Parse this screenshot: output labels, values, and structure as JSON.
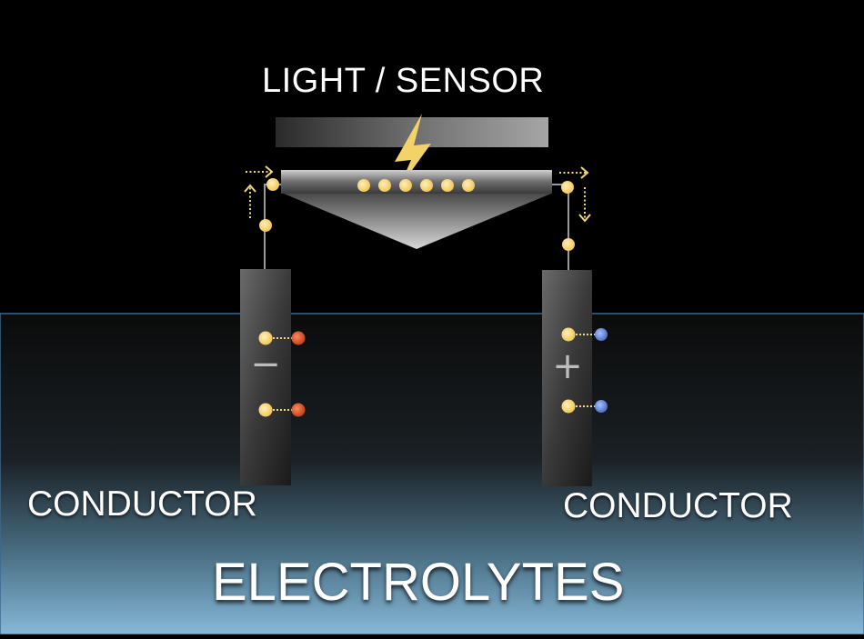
{
  "diagram": {
    "light_sensor_label": "LIGHT / SENSOR",
    "conductor_left_label": "CONDUCTOR",
    "conductor_right_label": "CONDUCTOR",
    "electrolytes_label": "ELECTROLYTES",
    "negative_sign": "−",
    "positive_sign": "+"
  },
  "colors": {
    "background": "#000000",
    "electrolyte_top": "#0d0d0d",
    "electrolyte_bottom": "#86b7d6",
    "electrolyte_border": "#3a6a8f",
    "electron": "#f7d57a",
    "negative_ion": "#d9542c",
    "positive_ion": "#6f8fd6",
    "arrow": "#f2d77c",
    "lightning": "#f4d26a"
  },
  "icons": {
    "lightning": "lightning-bolt-icon",
    "arrow": "dotted-arrow-icon"
  }
}
